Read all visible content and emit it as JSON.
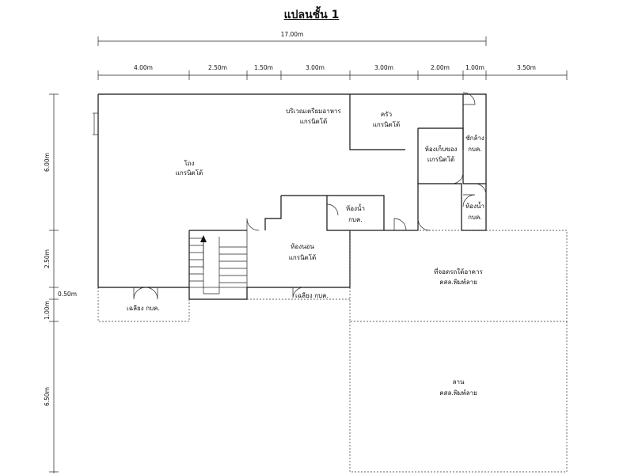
{
  "title": "แปลนชั้น 1",
  "dimensions": {
    "overall": "17.00m",
    "top": [
      "4.00m",
      "2.50m",
      "1.50m",
      "3.00m",
      "3.00m",
      "2.00m",
      "1.00m",
      "3.50m"
    ],
    "left": [
      "6.00m",
      "2.50m",
      "0.50m",
      "1.00m",
      "6.50m"
    ]
  },
  "rooms": {
    "lobby": [
      "โถง",
      "แกรนิตโต้"
    ],
    "food_prep": [
      "บริเวณเตรียมอาหาร",
      "แกรนิตโต้"
    ],
    "kitchen": [
      "ครัว",
      "แกรนิตโต้"
    ],
    "storage": [
      "ห้องเก็บของ",
      "แกรนิตโต้"
    ],
    "laundry": [
      "ซักล้าง",
      "กบค."
    ],
    "toilet_center": [
      "ห้องน้ำ",
      "กบค."
    ],
    "toilet_right": [
      "ห้องน้ำ",
      "กบค."
    ],
    "bedroom": [
      "ห้องนอน",
      "แกรนิตโต้"
    ],
    "parking": [
      "ที่จอดรถใต้อาคาร",
      "คสล.พิมพ์ลาย"
    ],
    "yard": [
      "ลาน",
      "คสล.พิมพ์ลาย"
    ],
    "porch_left": "เฉลียง กบค.",
    "porch_right": "เฉลียง กบค."
  }
}
